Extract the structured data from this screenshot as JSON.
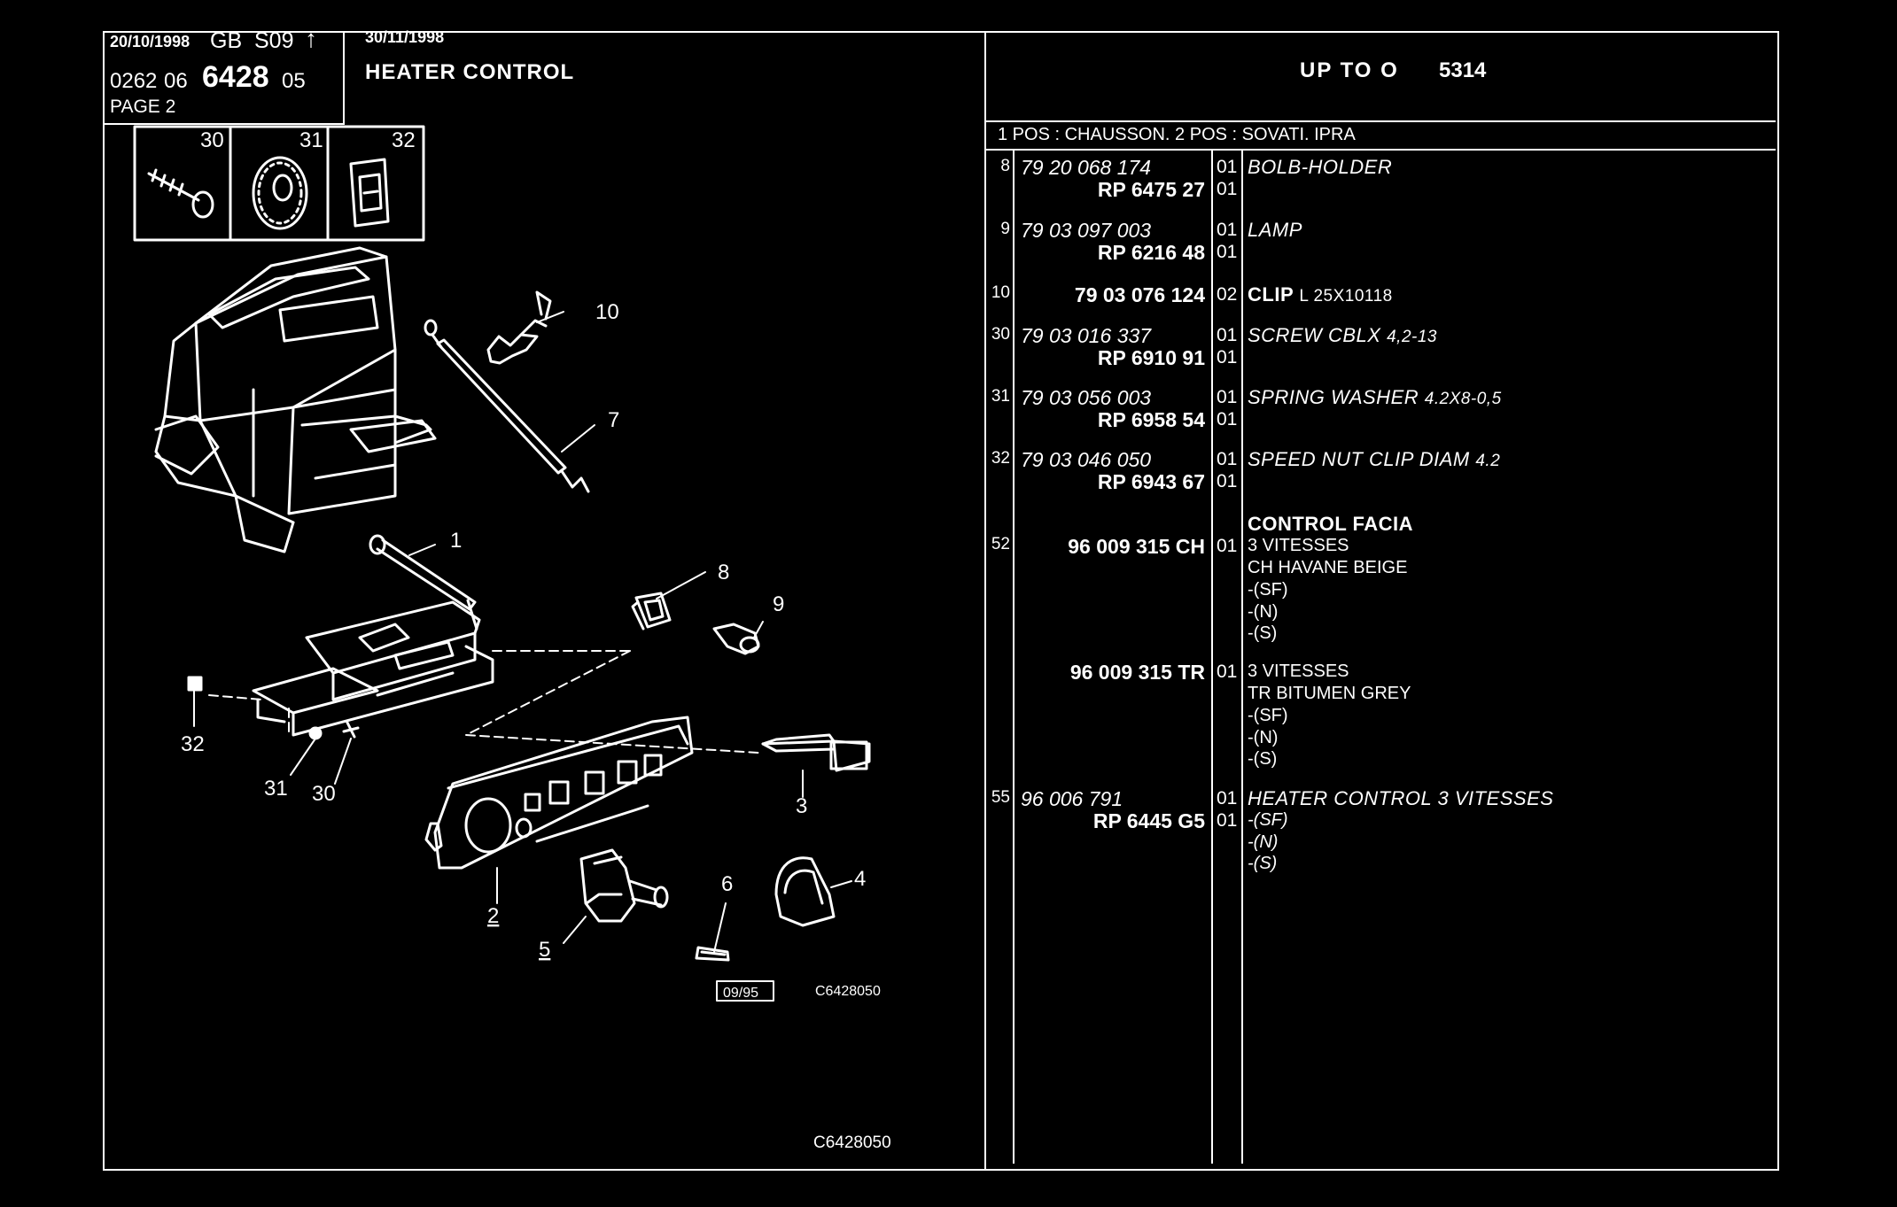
{
  "header": {
    "date1": "20/10/1998",
    "region": "GB",
    "section": "S09",
    "arrow": "up-arrow",
    "date2": "30/11/1998",
    "title": "HEATER CONTROL",
    "code_a": "0262",
    "code_b": "06",
    "code_main": "6428",
    "code_c": "05",
    "page": "PAGE 2",
    "up_to_label": "UP TO O",
    "up_to_value": "5314"
  },
  "positions_note": "1 POS : CHAUSSON. 2 POS : SOVATI. IPRA",
  "diagram": {
    "hardware_labels": [
      "30",
      "31",
      "32"
    ],
    "callouts": [
      "10",
      "7",
      "1",
      "8",
      "9",
      "32",
      "31",
      "30",
      "3",
      "2",
      "5",
      "6",
      "4"
    ],
    "date_box": "09/95",
    "ref_small": "C6428050",
    "ref_bottom": "C6428050"
  },
  "parts": [
    {
      "pos": "8",
      "ref1": "79 20 068 174",
      "ref2": "RP 6475 27",
      "qty1": "01",
      "qty2": "01",
      "desc": "BOLB-HOLDER",
      "desc_note": "",
      "extra": []
    },
    {
      "pos": "9",
      "ref1": "79 03 097 003",
      "ref2": "RP 6216 48",
      "qty1": "01",
      "qty2": "01",
      "desc": "LAMP",
      "desc_note": "",
      "extra": []
    },
    {
      "pos": "10",
      "ref1": "",
      "ref2": "79 03 076 124",
      "qty1": "02",
      "qty2": "",
      "desc": "CLIP",
      "desc_note": "L 25X10118",
      "extra": []
    },
    {
      "pos": "30",
      "ref1": "79 03 016 337",
      "ref2": "RP 6910 91",
      "qty1": "01",
      "qty2": "01",
      "desc": "SCREW CBLX",
      "desc_note": "4,2-13",
      "extra": []
    },
    {
      "pos": "31",
      "ref1": "79 03 056 003",
      "ref2": "RP 6958 54",
      "qty1": "01",
      "qty2": "01",
      "desc": "SPRING WASHER",
      "desc_note": "4.2X8-0,5",
      "extra": []
    },
    {
      "pos": "32",
      "ref1": "79 03 046 050",
      "ref2": "RP 6943 67",
      "qty1": "01",
      "qty2": "01",
      "desc": "SPEED NUT CLIP DIAM",
      "desc_note": "4.2",
      "extra": []
    }
  ],
  "facia": {
    "heading": "CONTROL FACIA",
    "pos": "52",
    "items": [
      {
        "ref": "96 009 315 CH",
        "qty": "01",
        "lines": [
          "3 VITESSES",
          "CH HAVANE BEIGE",
          "-(SF)",
          "-(N)",
          "-(S)"
        ]
      },
      {
        "ref": "96 009 315 TR",
        "qty": "01",
        "lines": [
          "3 VITESSES",
          "TR BITUMEN GREY",
          "-(SF)",
          "-(N)",
          "-(S)"
        ]
      }
    ]
  },
  "heater": {
    "pos": "55",
    "ref1": "96 006 791",
    "ref2": "RP 6445 G5",
    "qty1": "01",
    "qty2": "01",
    "desc": "HEATER CONTROL 3 VITESSES",
    "lines": [
      "-(SF)",
      "-(N)",
      "-(S)"
    ]
  }
}
